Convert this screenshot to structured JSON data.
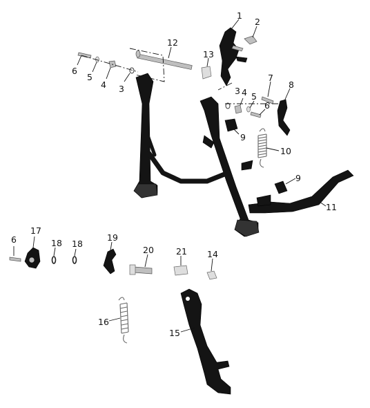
{
  "diagram": {
    "callouts": [
      {
        "label": "1"
      },
      {
        "label": "2"
      },
      {
        "label": "6"
      },
      {
        "label": "5"
      },
      {
        "label": "4"
      },
      {
        "label": "3"
      },
      {
        "label": "12"
      },
      {
        "label": "13"
      },
      {
        "label": "3"
      },
      {
        "label": "4"
      },
      {
        "label": "5"
      },
      {
        "label": "6"
      },
      {
        "label": "7"
      },
      {
        "label": "8"
      },
      {
        "label": "9"
      },
      {
        "label": "10"
      },
      {
        "label": "9"
      },
      {
        "label": "11"
      },
      {
        "label": "6"
      },
      {
        "label": "17"
      },
      {
        "label": "18"
      },
      {
        "label": "18"
      },
      {
        "label": "19"
      },
      {
        "label": "20"
      },
      {
        "label": "21"
      },
      {
        "label": "14"
      },
      {
        "label": "16"
      },
      {
        "label": "15"
      }
    ]
  },
  "colors": {
    "part_black": "#141414",
    "part_grey": "#bfbfbf",
    "part_light": "#dedede",
    "line": "#111111",
    "background": "#ffffff"
  }
}
